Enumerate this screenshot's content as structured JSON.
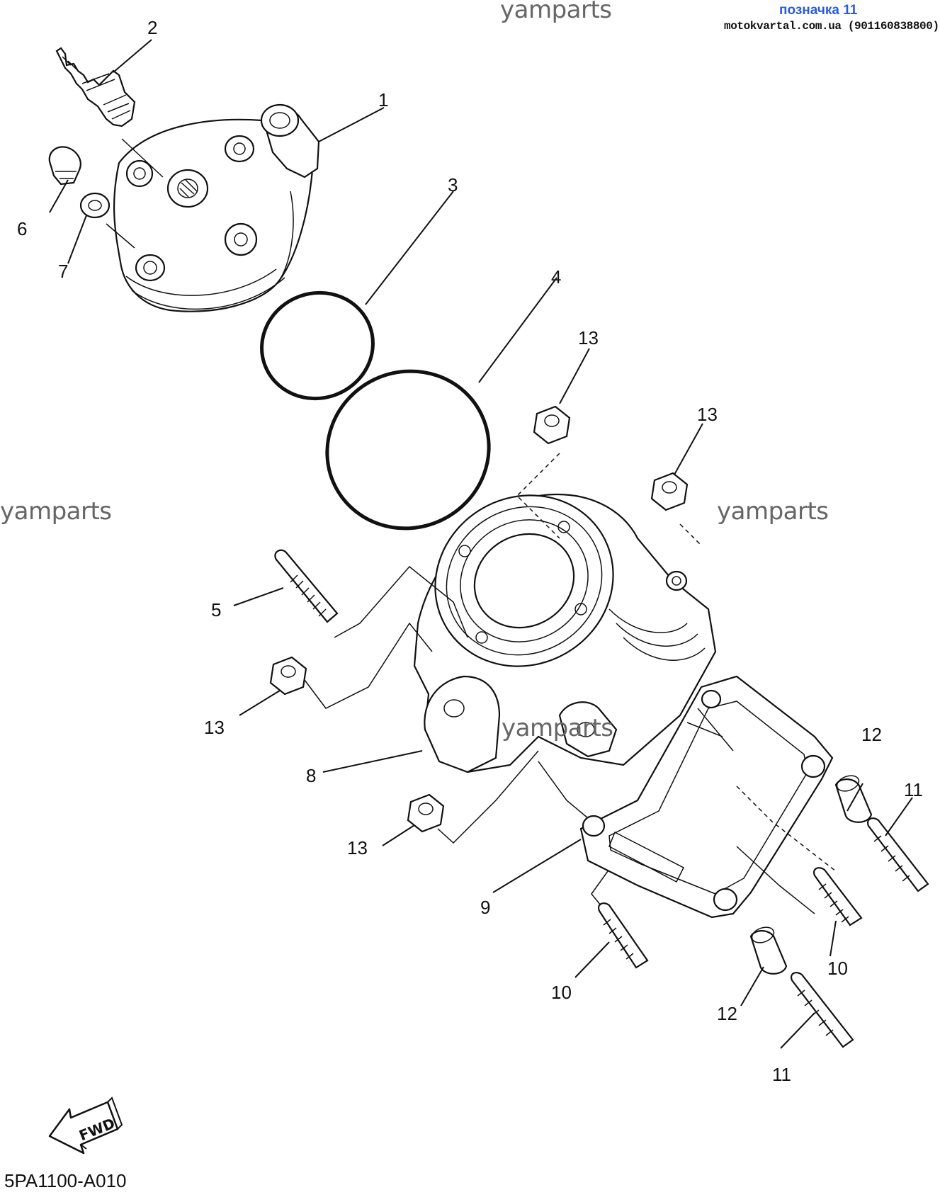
{
  "header": {
    "link": "позначка 11",
    "site": "motokvartal.com.ua (901160838800)"
  },
  "watermarks": [
    "yamparts",
    "yamparts",
    "yamparts",
    "yamparts"
  ],
  "callouts": {
    "c1": "1",
    "c2": "2",
    "c3": "3",
    "c4": "4",
    "c5": "5",
    "c6": "6",
    "c7": "7",
    "c8": "8",
    "c9": "9",
    "c10a": "10",
    "c10b": "10",
    "c11a": "11",
    "c11b": "11",
    "c12a": "12",
    "c12b": "12",
    "c13a": "13",
    "c13b": "13",
    "c13c": "13",
    "c13d": "13"
  },
  "fwd_label": "FWD",
  "diagram_code": "5PA1100-A010",
  "colors": {
    "link": "#2a5bd7",
    "watermark": "#666666",
    "ink": "#111111"
  }
}
